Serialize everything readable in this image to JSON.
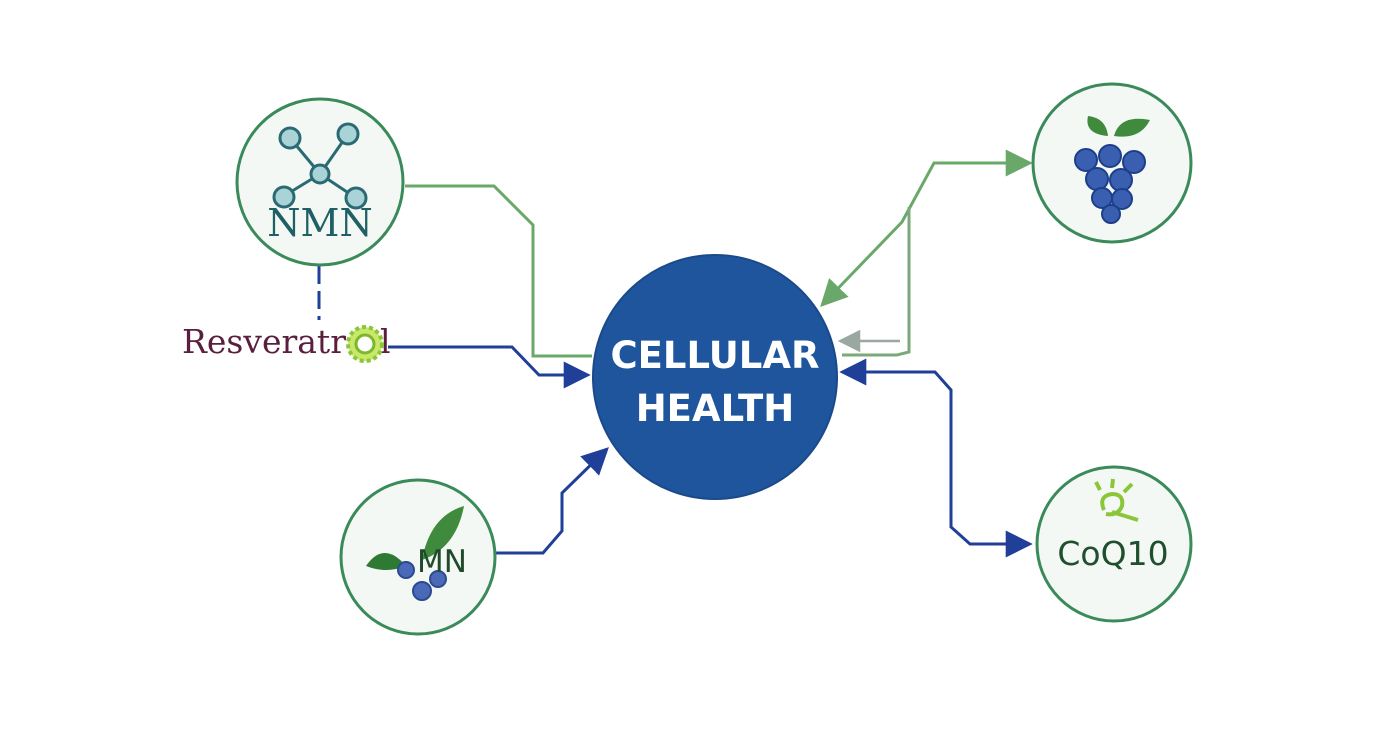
{
  "colors": {
    "center_fill": "#1f559c",
    "node_border": "#3a8a5a",
    "node_fill": "#f4f8f4",
    "green_arrow": "#6aa86a",
    "blue_arrow": "#1f3f99",
    "resveratrol_text": "#5a1f3e",
    "lime_accent": "#8bc63a"
  },
  "center": {
    "line1": "CELLULAR",
    "line2": "HEALTH"
  },
  "nodes": {
    "nmn": {
      "label": "NMN",
      "icon": "molecule-icon"
    },
    "resveratrol": {
      "label_main": "Resveratr",
      "label_tail": "l",
      "icon": "sun-o-icon"
    },
    "mn": {
      "label": "MN",
      "icon": "leaf-berries-icon"
    },
    "grapes": {
      "icon": "grapes-icon"
    },
    "coq10": {
      "label": "CoQ10",
      "icon": "sprout-icon"
    }
  }
}
